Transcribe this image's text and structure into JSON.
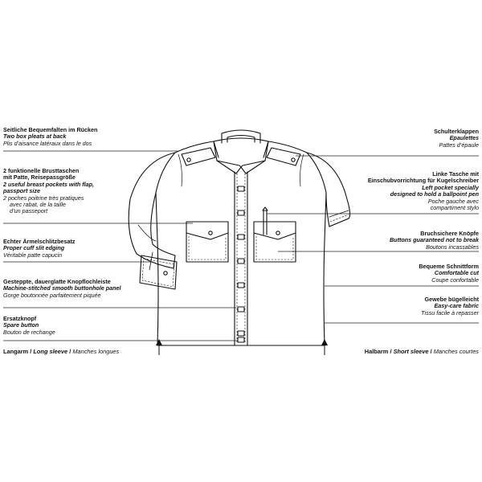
{
  "annotations": {
    "box_pleats": {
      "de": "Seitliche Bequemfalten im Rücken",
      "en": "Two box pleats at back",
      "fr": "Plis d’aisance latéraux dans le dos"
    },
    "breast_pockets": {
      "de": [
        "2 funktionelle Brusttaschen",
        "mit Patte, Reisepassgröße"
      ],
      "en": [
        "2 useful breast pockets with flap,",
        "passport size"
      ],
      "fr": [
        "2 poches poitrine très pratiques",
        "avec rabat, de la taille",
        "d’un passeport"
      ]
    },
    "cuff_slit": {
      "de": "Echter Ärmelschlitzbesatz",
      "en": "Proper cuff slit edging",
      "fr": "Véritable patte capucin"
    },
    "button_panel": {
      "de": "Gesteppte, dauerglatte Knopflochleiste",
      "en": "Machine-stitched smooth buttonhole panel",
      "fr": "Gorge boutonnée parfaitement piquée"
    },
    "spare_button": {
      "de": "Ersatzknopf",
      "en": "Spare button",
      "fr": "Bouton de rechange"
    },
    "epaulettes": {
      "de": "Schulterklappen",
      "en": "Epaulettes",
      "fr": "Pattes d’épaule"
    },
    "pen_pocket": {
      "de": [
        "Linke Tasche mit",
        "Einschubvorrichtung für Kugelschreiber"
      ],
      "en": [
        "Left pocket specially",
        "designed to hold a ballpoint pen"
      ],
      "fr": [
        "Poche gauche avec",
        "compartiment stylo"
      ]
    },
    "unbreakable": {
      "de": "Bruchsichere Knöpfe",
      "en": "Buttons guaranteed not to break",
      "fr": "Boutons incassables"
    },
    "comfort_cut": {
      "de": "Bequeme Schnittform",
      "en": "Comfortable cut",
      "fr": "Coupe confortable"
    },
    "easy_care": {
      "de": "Gewebe bügelleicht",
      "en": "Easy-care fabric",
      "fr": "Tissu facile à repasser"
    }
  },
  "footer": {
    "long": {
      "de": "Langarm",
      "sep": "/",
      "en": "Long sleeve",
      "fr": "Manches longues"
    },
    "short": {
      "de": "Halbarm",
      "sep": "/",
      "en": "Short sleeve",
      "fr": "Manches courtes"
    }
  }
}
